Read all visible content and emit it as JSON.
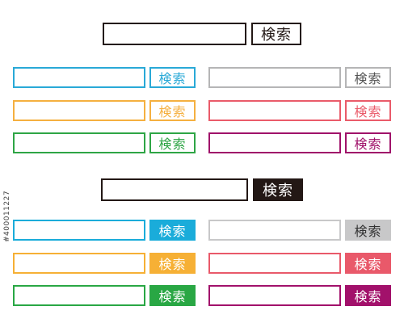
{
  "button_label": "検索",
  "side_caption": "#400011227",
  "outlined_section": {
    "hero": {
      "color": "#231815"
    },
    "grid": [
      {
        "name": "blue",
        "color": "#29A9D7"
      },
      {
        "name": "gray",
        "color": "#B5B5B6"
      },
      {
        "name": "orange",
        "color": "#F5B040"
      },
      {
        "name": "pink",
        "color": "#EA5B6A"
      },
      {
        "name": "green",
        "color": "#2EA545"
      },
      {
        "name": "magenta",
        "color": "#A0126A"
      }
    ]
  },
  "filled_section": {
    "hero": {
      "color": "#231815"
    },
    "grid": [
      {
        "name": "blue",
        "color": "#1AACDA"
      },
      {
        "name": "gray",
        "color": "#C8C8C9",
        "text_color": "#333333"
      },
      {
        "name": "orange",
        "color": "#F6B035"
      },
      {
        "name": "pink",
        "color": "#E9596A"
      },
      {
        "name": "green",
        "color": "#29A744"
      },
      {
        "name": "magenta",
        "color": "#A2116B"
      }
    ]
  }
}
